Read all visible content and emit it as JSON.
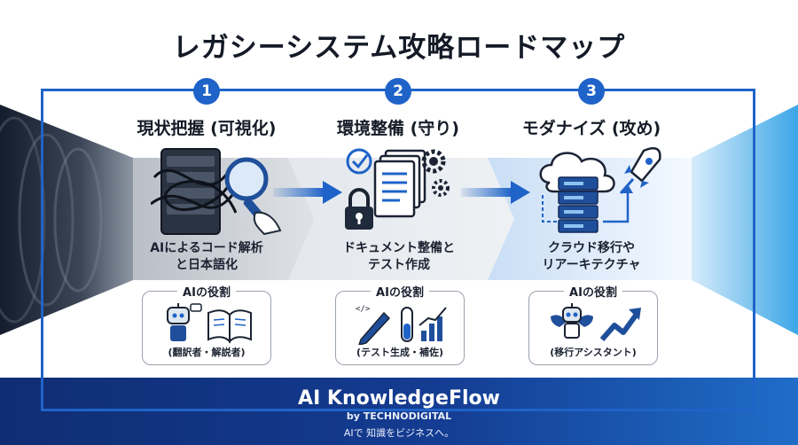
{
  "title": "レガシーシステム攻略ロードマップ",
  "steps": [
    {
      "number": "1",
      "title": "現状把握 (可視化)",
      "desc_line1": "AIによるコード解析",
      "desc_line2": "と日本語化",
      "role_title": "AIの役割",
      "role_sub": "(翻訳者・解説者)"
    },
    {
      "number": "2",
      "title": "環境整備 (守り)",
      "desc_line1": "ドキュメント整備と",
      "desc_line2": "テスト作成",
      "role_title": "AIの役割",
      "role_sub": "(テスト生成・補佐)"
    },
    {
      "number": "3",
      "title": "モダナイズ (攻め)",
      "desc_line1": "クラウド移行や",
      "desc_line2": "リアーキテクチャ",
      "role_title": "AIの役割",
      "role_sub": "(移行アシスタント)"
    }
  ],
  "footer": {
    "brand": "AI KnowledgeFlow",
    "by": "by TECHNODIGITAL",
    "tagline": "AIで 知識をビジネスへ。"
  },
  "icons": {
    "step1": [
      "server-icon",
      "magnifier-icon",
      "robot-icon",
      "book-icon"
    ],
    "step2": [
      "document-stack-icon",
      "gear-icon",
      "check-icon",
      "lock-icon",
      "pen-icon",
      "test-tube-icon",
      "bar-chart-icon"
    ],
    "step3": [
      "cloud-icon",
      "server-icon",
      "rocket-icon",
      "winged-robot-icon",
      "trend-arrow-icon"
    ]
  },
  "colors": {
    "accent": "#1f63c8",
    "footer": "#102f78",
    "text": "#151b27"
  }
}
